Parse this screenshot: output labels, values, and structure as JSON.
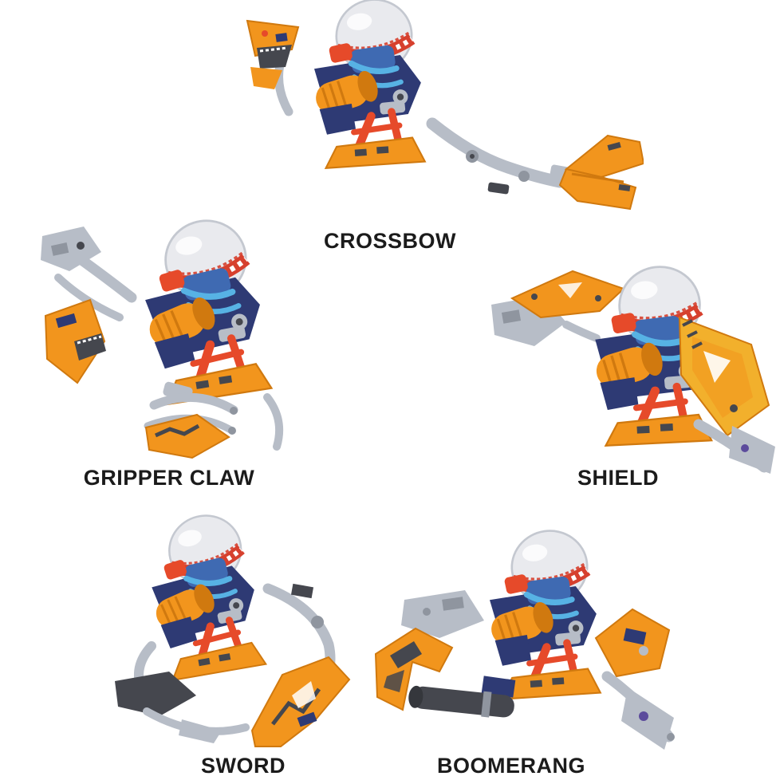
{
  "figures": [
    {
      "id": "crossbow",
      "label": "CROSSBOW"
    },
    {
      "id": "gripper-claw",
      "label": "GRIPPER CLAW"
    },
    {
      "id": "shield",
      "label": "SHIELD"
    },
    {
      "id": "sword",
      "label": "SWORD"
    },
    {
      "id": "boomerang",
      "label": "BOOMERANG"
    }
  ],
  "palette": {
    "background": "#ffffff",
    "label_text": "#1b1b1b",
    "dome": "#e9eaee",
    "dome_stroke": "#c4c8d0",
    "band_red": "#d6402e",
    "navy": "#2e3a74",
    "blue": "#3f6ab2",
    "light_blue": "#57b2e4",
    "orange": "#f2951d",
    "orange_dark": "#d0790f",
    "golden": "#f2b02c",
    "red": "#e64a2a",
    "silver": "#b7bdc7",
    "silver_dark": "#8f959f",
    "dark": "#45474e",
    "purple": "#5c4b9c"
  }
}
